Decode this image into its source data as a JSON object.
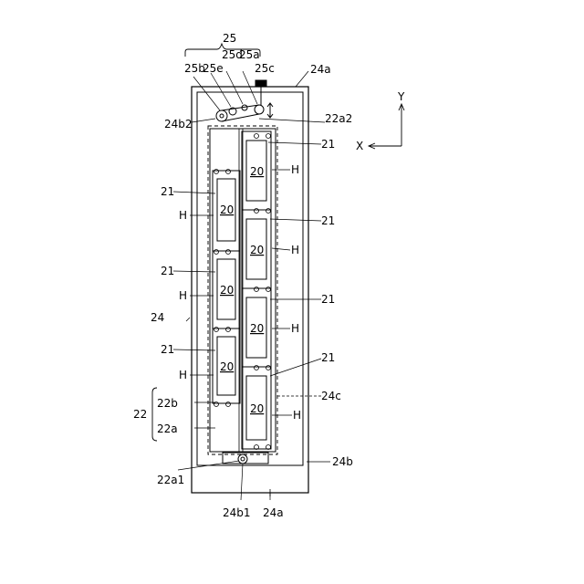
{
  "diagram": {
    "ref_group": "25",
    "labels": {
      "25a": "25a",
      "25b": "25b",
      "25c": "25c",
      "25d": "25d",
      "25e": "25e",
      "24": "24",
      "24a_top": "24a",
      "24a_bottom": "24a",
      "24b": "24b",
      "24b1": "24b1",
      "24b2": "24b2",
      "24c": "24c",
      "22": "22",
      "22a": "22a",
      "22b": "22b",
      "22a1": "22a1",
      "22a2": "22a2",
      "axis_x": "X",
      "axis_y": "Y"
    },
    "left_labels": {
      "21_a": "21",
      "21_b": "21",
      "21_c": "21",
      "H_a": "H",
      "H_b": "H",
      "H_c": "H"
    },
    "right_labels": {
      "21_a": "21",
      "21_b": "21",
      "21_c": "21",
      "21_d": "21",
      "H_a": "H",
      "H_b": "H",
      "H_c": "H",
      "H_d": "H"
    },
    "substrates_left": [
      "20",
      "20",
      "20"
    ],
    "substrates_right": [
      "20",
      "20",
      "20",
      "20"
    ]
  }
}
